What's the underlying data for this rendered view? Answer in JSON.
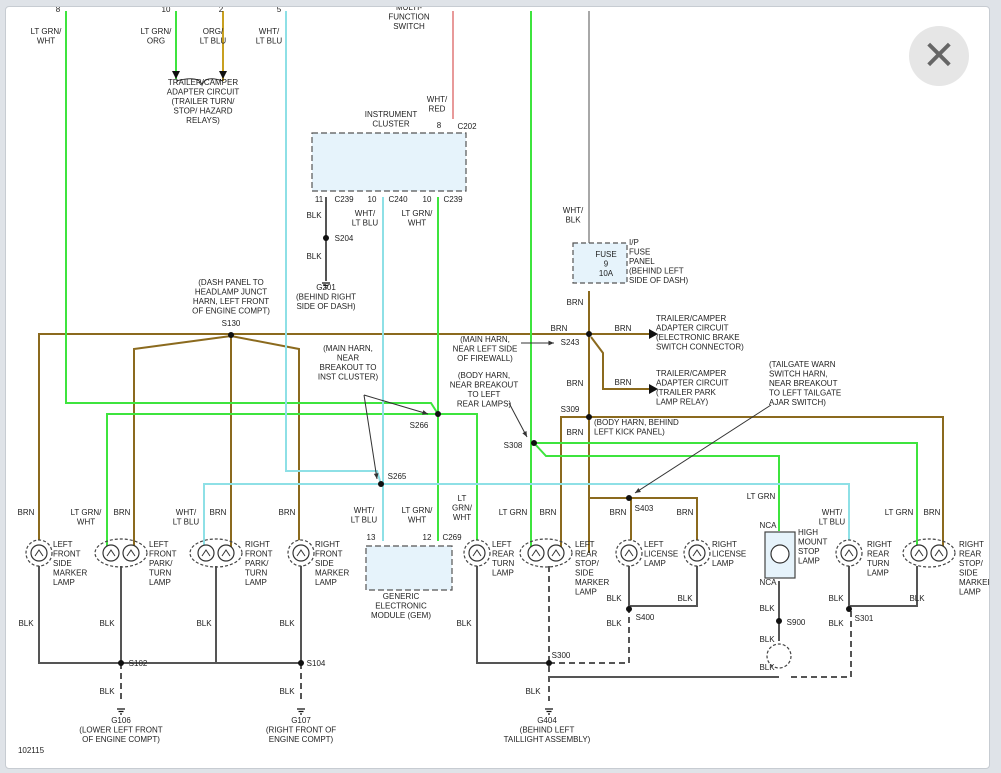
{
  "close_glyph": "✕",
  "diagram_id": "102115",
  "wire_colors": {
    "BRN": "#8b6a1e",
    "LTGRN": "#3ee43e",
    "LTBLU": "#8ee0e6",
    "BLK": "#555555",
    "GRAY": "#a8a8a8",
    "RED": "#e89a9a",
    "ORG": "#c8a020"
  },
  "top_pins": [
    "8",
    "10",
    "2",
    "5"
  ],
  "top_wire_labels": [
    "LT GRN/\nWHT",
    "LT GRN/\nORG",
    "ORG/\nLT BLU",
    "WHT/\nLT BLU"
  ],
  "multifunction": "MULTI-\nFUNCTION\nSWITCH",
  "trailer_top": "TRAILER/CAMPER\nADAPTER CIRCUIT\n(TRAILER TURN/\nSTOP/ HAZARD\nRELAYS)",
  "instrument_cluster": "INSTRUMENT\nCLUSTER",
  "whtred": "WHT/\nRED",
  "c202": "C202",
  "pin8": "8",
  "cluster_pins": [
    "11",
    "10",
    "10"
  ],
  "cluster_connectors": [
    "C239",
    "C240",
    "C239"
  ],
  "cluster_wires": [
    "BLK",
    "WHT/\nLT BLU",
    "LT GRN/\nWHT"
  ],
  "s204": "S204",
  "blk": "BLK",
  "g201": "G201\n(BEHIND RIGHT\nSIDE OF DASH)",
  "whtblk": "WHT/\nBLK",
  "fuse": "FUSE\n9\n10A",
  "fuse_panel": "I/P\nFUSE\nPANEL\n(BEHIND LEFT\nSIDE OF DASH)",
  "brn": "BRN",
  "s130_desc": "(DASH PANEL TO\nHEADLAMP JUNCT\nHARN, LEFT FRONT\nOF ENGINE COMPT)",
  "s130": "S130",
  "trailer_brake": "TRAILER/CAMPER\nADAPTER CIRCUIT\n(ELECTRONIC BRAKE\nSWITCH CONNECTOR)",
  "trailer_park": "TRAILER/CAMPER\nADAPTER CIRCUIT\n(TRAILER PARK\nLAMP RELAY)",
  "s243_desc": "(MAIN HARN,\nNEAR LEFT SIDE\nOF FIREWALL)",
  "s243": "S243",
  "main_harn_inst": "(MAIN HARN,\nNEAR\nBREAKOUT TO\nINST CLUSTER)",
  "body_harn_rear": "(BODY HARN,\nNEAR BREAKOUT\nTO LEFT\nREAR LAMPS)",
  "tailgate": "(TAILGATE WARN\nSWITCH HARN,\nNEAR BREAKOUT\nTO LEFT TAILGATE\nAJAR SWITCH)",
  "s309": "S309",
  "body_harn_kick": "(BODY HARN, BEHIND\nLEFT KICK PANEL)",
  "s266": "S266",
  "s308": "S308",
  "s265": "S265",
  "s403": "S403",
  "lamps": [
    "LEFT\nFRONT\nSIDE\nMARKER\nLAMP",
    "LEFT\nFRONT\nPARK/\nTURN\nLAMP",
    "RIGHT\nFRONT\nPARK/\nTURN\nLAMP",
    "RIGHT\nFRONT\nSIDE\nMARKER\nLAMP",
    "LEFT\nREAR\nTURN\nLAMP",
    "LEFT\nREAR\nSTOP/\nSIDE\nMARKER\nLAMP",
    "LEFT\nLICENSE\nLAMP",
    "RIGHT\nLICENSE\nLAMP",
    "HIGH\nMOUNT\nSTOP\nLAMP",
    "RIGHT\nREAR\nTURN\nLAMP",
    "RIGHT\nREAR\nSTOP/\nSIDE\nMARKER\nLAMP"
  ],
  "gem": "GENERIC\nELECTRONIC\nMODULE (GEM)",
  "gem_pins": [
    "13",
    "12"
  ],
  "c269": "C269",
  "ltgrnwht": "LT GRN/\nWHT",
  "whtltblu": "WHT/\nLT BLU",
  "ltgrn": "LT GRN",
  "ltgrnwht2": "LT\nGRN/\nWHT",
  "nca": "NCA",
  "s102": "S102",
  "s104": "S104",
  "s300": "S300",
  "s400": "S400",
  "s900": "S900",
  "s301": "S301",
  "g106": "G106\n(LOWER LEFT FRONT\nOF ENGINE COMPT)",
  "g107": "G107\n(RIGHT FRONT OF\nENGINE COMPT)",
  "g404": "G404\n(BEHIND LEFT\nTAILLIGHT ASSEMBLY)"
}
